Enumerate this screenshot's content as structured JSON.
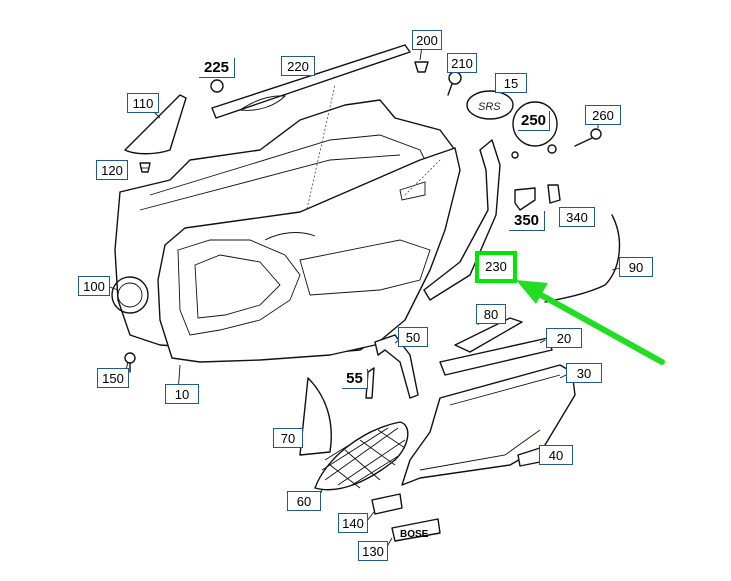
{
  "labels": [
    "10",
    "15",
    "20",
    "30",
    "40",
    "50",
    "55",
    "60",
    "70",
    "80",
    "90",
    "100",
    "110",
    "120",
    "130",
    "140",
    "150",
    "200",
    "210",
    "220",
    "225",
    "230",
    "250",
    "260",
    "340",
    "350"
  ],
  "highlight": "230",
  "highlight_color": "#00e600",
  "badge_text": "SRS",
  "logo_text": "BOSE"
}
